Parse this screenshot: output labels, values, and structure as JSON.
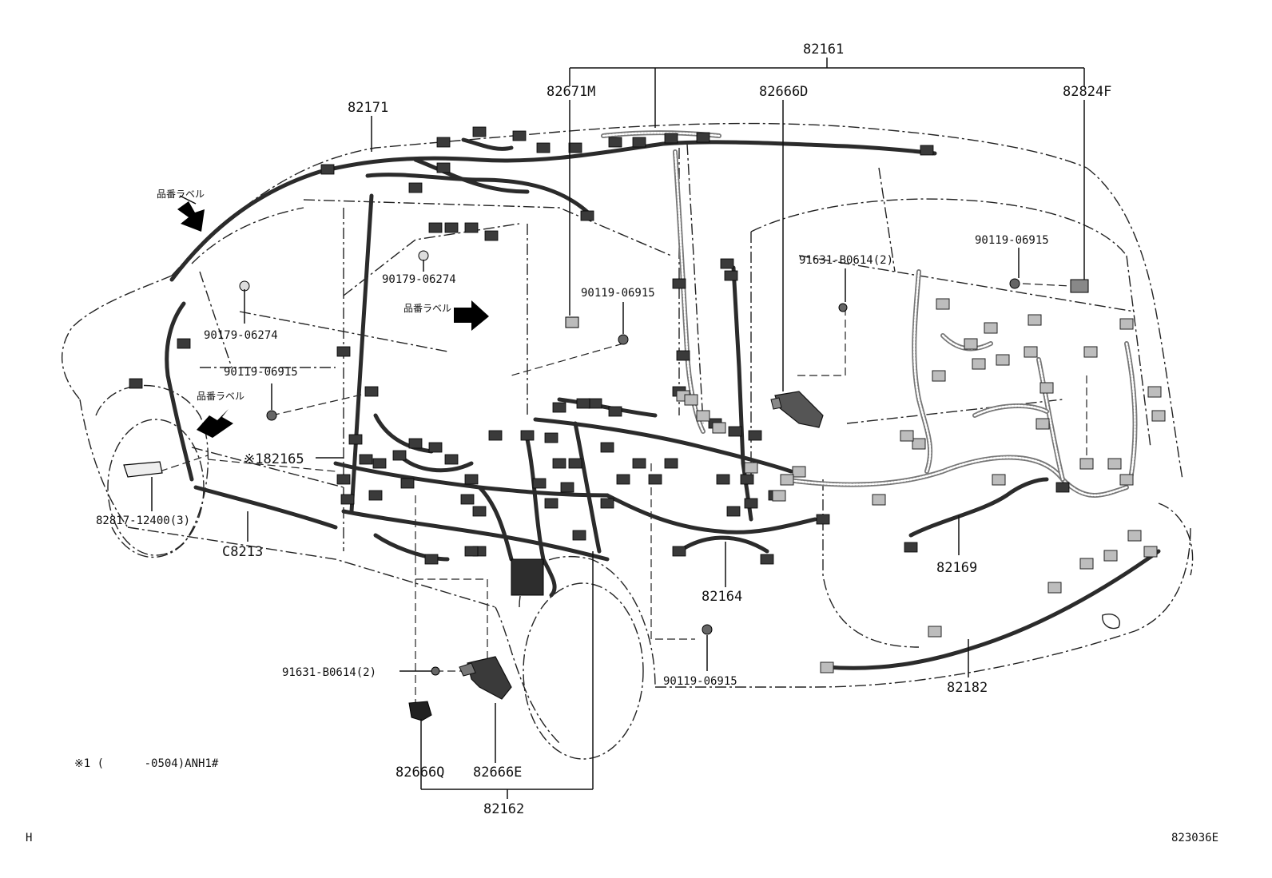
{
  "diagram": {
    "part_labels": {
      "p82161": "82161",
      "p82671M": "82671M",
      "p82666D": "82666D",
      "p82824F": "82824F",
      "p82171": "82171",
      "p90119_06915_a": "90119-06915",
      "p90119_06915_b": "90119-06915",
      "p90119_06915_c": "90119-06915",
      "p90119_06915_d": "90119-06915",
      "p90179_06274_a": "90179-06274",
      "p90179_06274_b": "90179-06274",
      "p91631_b0614_a": "91631-B0614(2)",
      "p91631_b0614_b": "91631-B0614(2)",
      "p82165": "※182165",
      "p82817": "82817-12400(3)",
      "pC8213": "C8213",
      "p82164": "82164",
      "p82169": "82169",
      "p82182": "82182",
      "p82666Q": "82666Q",
      "p82666E": "82666E",
      "p82162": "82162"
    },
    "label_marks": {
      "label_top": "品番ラベル",
      "label_mid": "品番ラベル",
      "label_left": "品番ラベル"
    },
    "footnote": "※1 (      -0504)ANH1#",
    "corner_left": "H",
    "drawing_code": "823036E"
  }
}
